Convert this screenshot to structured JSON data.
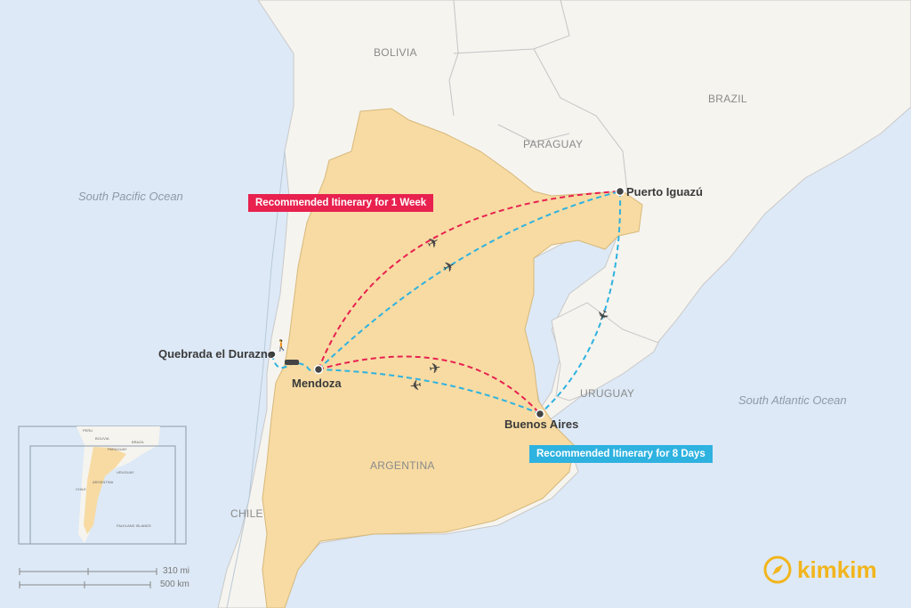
{
  "countries": {
    "bolivia": "BOLIVIA",
    "brazil": "BRAZIL",
    "paraguay": "PARAGUAY",
    "argentina": "ARGENTINA",
    "chile": "CHILE",
    "uruguay": "URUGUAY"
  },
  "oceans": {
    "pacific": "South Pacific Ocean",
    "atlantic": "South Atlantic Ocean"
  },
  "cities": {
    "quebrada": "Quebrada el Durazno",
    "mendoza": "Mendoza",
    "iguazu": "Puerto Iguazú",
    "buenos_aires": "Buenos Aires"
  },
  "itineraries": {
    "week": "Recommended Itinerary for 1 Week",
    "days8": "Recommended Itinerary for 8 Days"
  },
  "inset": {
    "peru": "PERU",
    "bolivia": "BOLIVIA",
    "brazil": "BRAZIL",
    "paraguay": "PARAGUAY",
    "uruguay": "URUGUAY",
    "argentina": "ARGENTINA",
    "chile": "CHILE",
    "falklands": "FALKLAND ISLANDS"
  },
  "scale": {
    "miles": "310 mi",
    "km": "500 km"
  },
  "brand": {
    "name": "kimkim"
  },
  "colors": {
    "ocean": "#dde9f6",
    "land": "#f6f4ef",
    "argentina": "#f7dba3",
    "red_route": "#e8214f",
    "blue_route": "#2eb2e0",
    "logo": "#f2b51d"
  }
}
